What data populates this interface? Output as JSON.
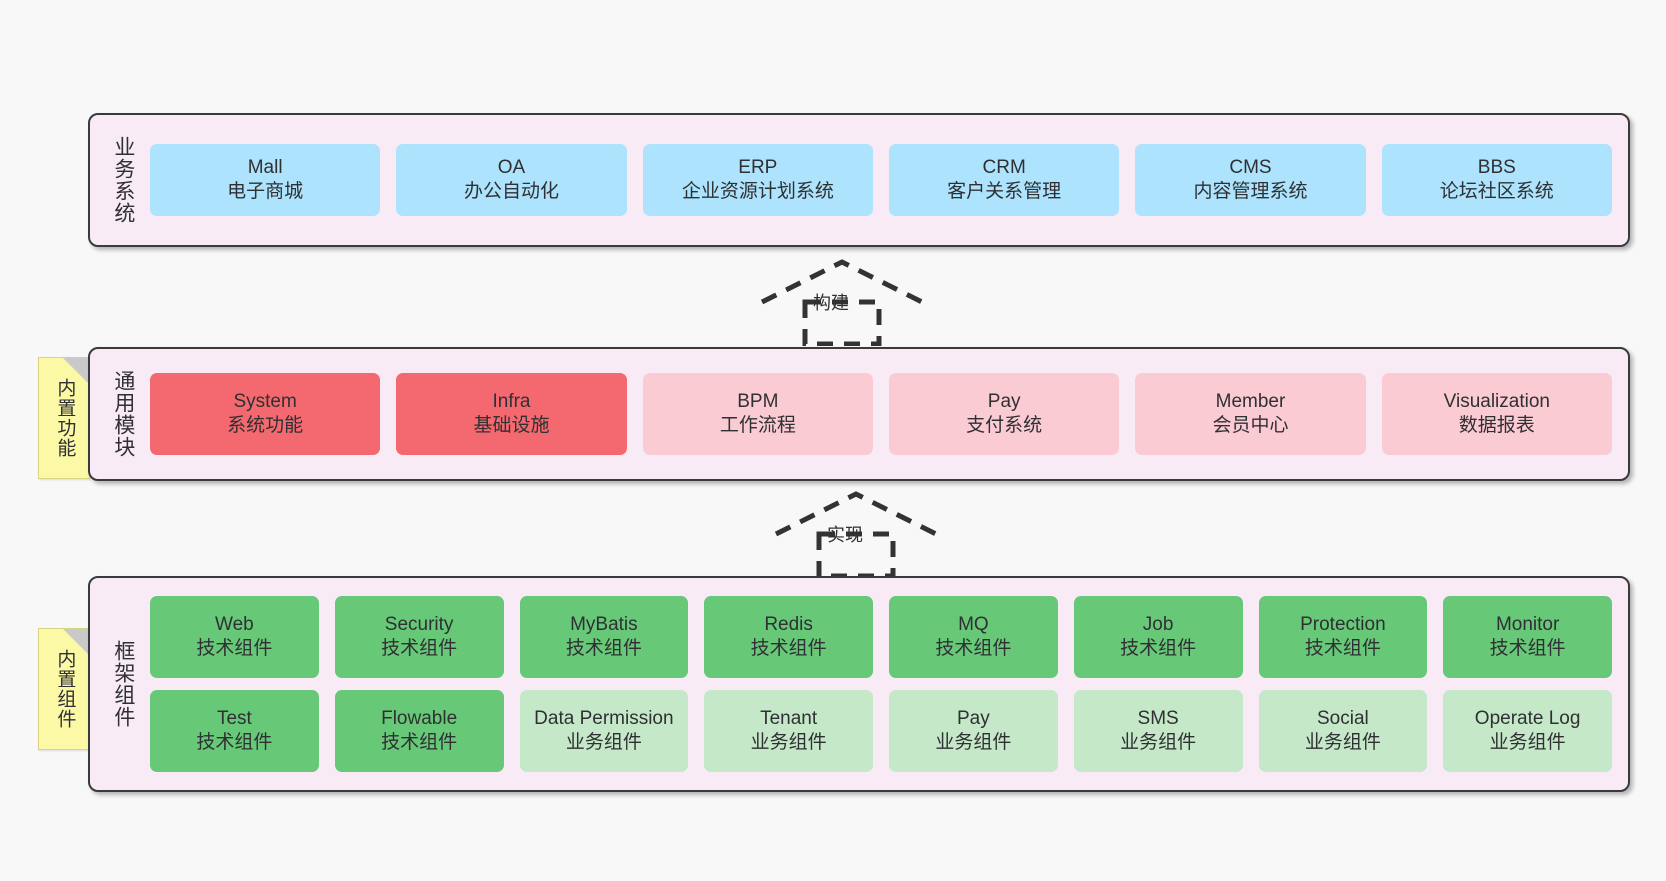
{
  "diagram": {
    "title_vertical_orientation": "upright",
    "colors": {
      "layer_bg": "#f8ebf5",
      "layer_border": "#3a3a3a",
      "blue": "#ade3fc",
      "red": "#f4696f",
      "pink": "#fbcbd3",
      "green": "#67c878",
      "light_green": "#c5e8c9",
      "note_yellow": "#fbf8a6",
      "page_bg": "#f8f8f8"
    }
  },
  "layers": [
    {
      "id": "business",
      "title": "业务系统",
      "rows": [
        {
          "cells": [
            {
              "en": "Mall",
              "cn": "电子商城",
              "color": "blue"
            },
            {
              "en": "OA",
              "cn": "办公自动化",
              "color": "blue"
            },
            {
              "en": "ERP",
              "cn": "企业资源计划系统",
              "color": "blue"
            },
            {
              "en": "CRM",
              "cn": "客户关系管理",
              "color": "blue"
            },
            {
              "en": "CMS",
              "cn": "内容管理系统",
              "color": "blue"
            },
            {
              "en": "BBS",
              "cn": "论坛社区系统",
              "color": "blue"
            }
          ]
        }
      ]
    },
    {
      "id": "modules",
      "title": "通用模块",
      "rows": [
        {
          "cells": [
            {
              "en": "System",
              "cn": "系统功能",
              "color": "red"
            },
            {
              "en": "Infra",
              "cn": "基础设施",
              "color": "red"
            },
            {
              "en": "BPM",
              "cn": "工作流程",
              "color": "pink"
            },
            {
              "en": "Pay",
              "cn": "支付系统",
              "color": "pink"
            },
            {
              "en": "Member",
              "cn": "会员中心",
              "color": "pink"
            },
            {
              "en": "Visualization",
              "cn": "数据报表",
              "color": "pink"
            }
          ]
        }
      ]
    },
    {
      "id": "framework",
      "title": "框架组件",
      "rows": [
        {
          "cells": [
            {
              "en": "Web",
              "cn": "技术组件",
              "color": "green"
            },
            {
              "en": "Security",
              "cn": "技术组件",
              "color": "green"
            },
            {
              "en": "MyBatis",
              "cn": "技术组件",
              "color": "green"
            },
            {
              "en": "Redis",
              "cn": "技术组件",
              "color": "green"
            },
            {
              "en": "MQ",
              "cn": "技术组件",
              "color": "green"
            },
            {
              "en": "Job",
              "cn": "技术组件",
              "color": "green"
            },
            {
              "en": "Protection",
              "cn": "技术组件",
              "color": "green"
            },
            {
              "en": "Monitor",
              "cn": "技术组件",
              "color": "green"
            }
          ]
        },
        {
          "cells": [
            {
              "en": "Test",
              "cn": "技术组件",
              "color": "green"
            },
            {
              "en": "Flowable",
              "cn": "技术组件",
              "color": "green"
            },
            {
              "en": "Data Permission",
              "cn": "业务组件",
              "color": "light_green",
              "wrap": true
            },
            {
              "en": "Tenant",
              "cn": "业务组件",
              "color": "light_green"
            },
            {
              "en": "Pay",
              "cn": "业务组件",
              "color": "light_green"
            },
            {
              "en": "SMS",
              "cn": "业务组件",
              "color": "light_green"
            },
            {
              "en": "Social",
              "cn": "业务组件",
              "color": "light_green"
            },
            {
              "en": "Operate Log",
              "cn": "业务组件",
              "color": "light_green"
            }
          ]
        }
      ]
    }
  ],
  "notes": [
    {
      "id": "builtin-feature",
      "text": "内置功能"
    },
    {
      "id": "builtin-component",
      "text": "内置组件"
    }
  ],
  "arrows": [
    {
      "id": "build",
      "label": "构建",
      "direction": "up",
      "style": "dashed-hollow-triangle"
    },
    {
      "id": "implement",
      "label": "实现",
      "direction": "up",
      "style": "dashed-hollow-triangle"
    }
  ]
}
